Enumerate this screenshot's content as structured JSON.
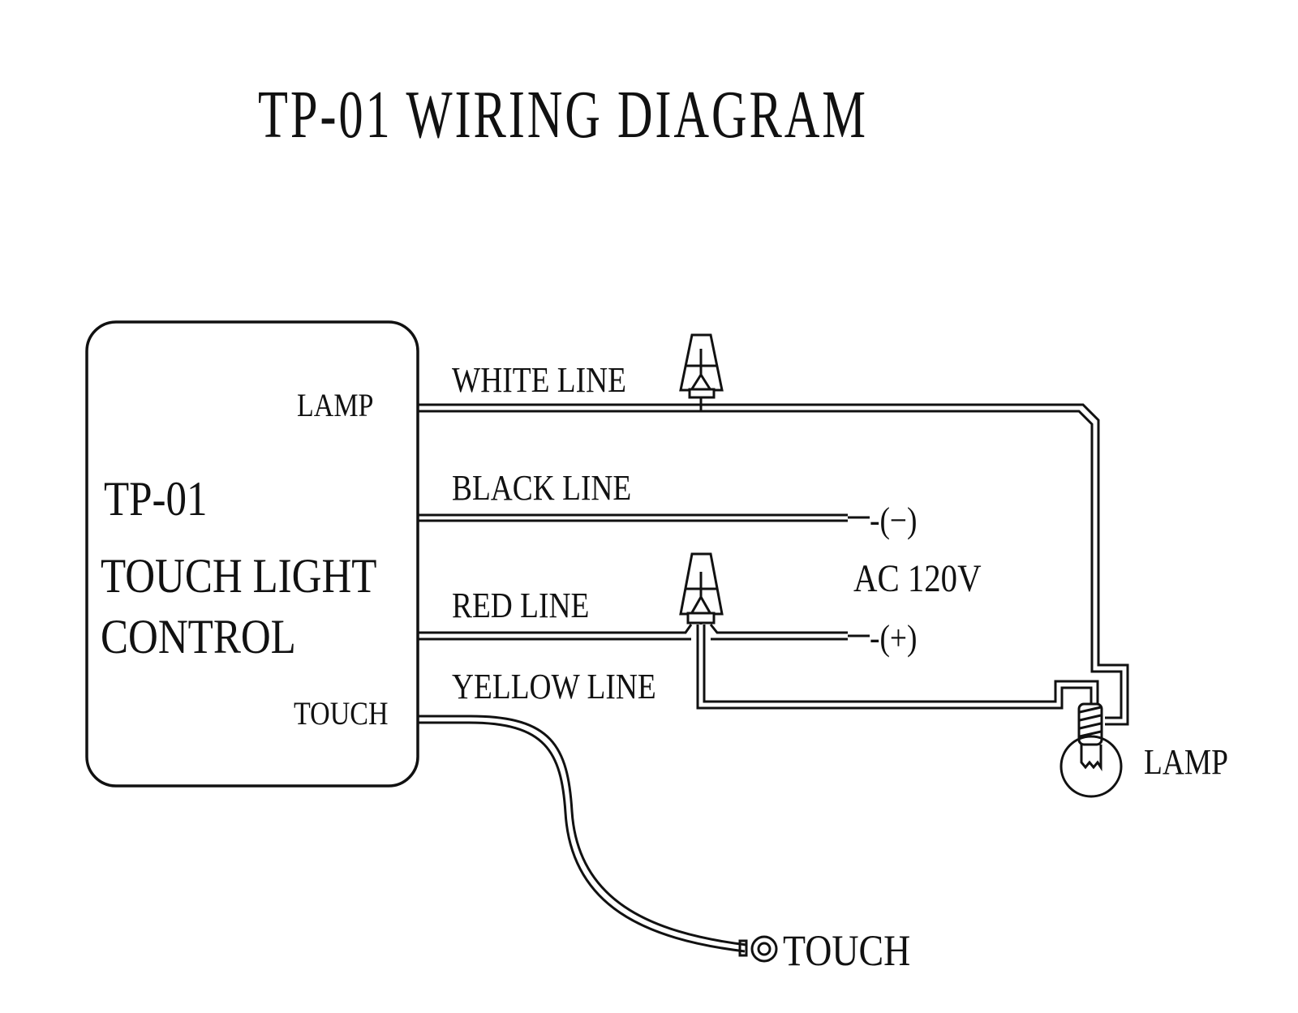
{
  "title": "TP-01   WIRING DIAGRAM",
  "module": {
    "name": "TP-01",
    "description_line1": "TOUCH LIGHT",
    "description_line2": "CONTROL",
    "terminal_lamp": "LAMP",
    "terminal_touch": "TOUCH"
  },
  "wires": [
    {
      "label": "WHITE LINE"
    },
    {
      "label": "BLACK LINE"
    },
    {
      "label": "RED LINE"
    },
    {
      "label": "YELLOW LINE"
    }
  ],
  "power": {
    "label": "AC 120V",
    "negative": "-(−)",
    "positive": "-(+)"
  },
  "lamp_label": "LAMP",
  "touch_label": "TOUCH"
}
